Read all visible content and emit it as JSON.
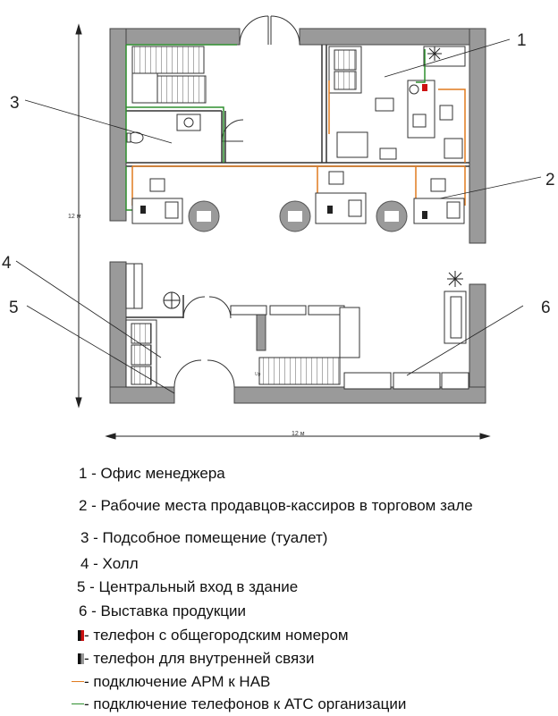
{
  "dimensions": {
    "height_label": "12 м",
    "width_label": "12 м"
  },
  "callouts": [
    "1",
    "2",
    "3",
    "4",
    "5",
    "6"
  ],
  "stair_labels": {
    "up": "Up"
  },
  "legend": {
    "items": [
      "1 - Офис менеджера",
      "2 - Рабочие места продавцов-кассиров в торговом зале",
      "3 - Подсобное помещение (туалет)",
      "4 - Холл",
      "5 - Центральный вход в здание",
      "6 - Выставка продукции"
    ],
    "symbols": [
      {
        "text": "- телефон с общегородским номером",
        "color": "#cc1111"
      },
      {
        "text": "- телефон для внутренней связи",
        "color": "#222222"
      },
      {
        "text": "- подключение АРМ к НАВ",
        "color": "#e07a1f"
      },
      {
        "text": "- подключение телефонов к АТС организации",
        "color": "#2f8f2f"
      }
    ]
  }
}
